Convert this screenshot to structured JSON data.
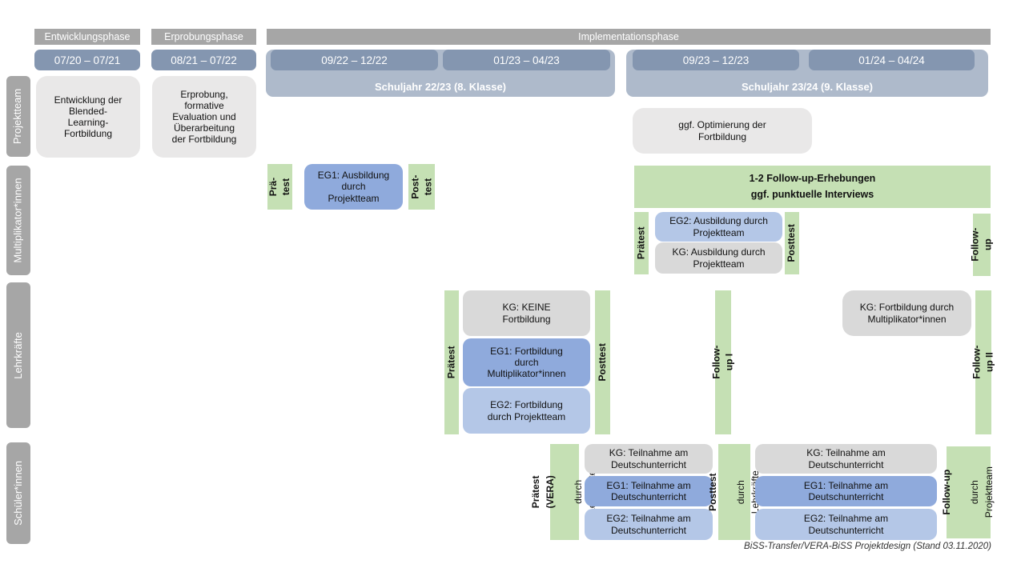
{
  "colors": {
    "phase_header": "#A6A6A6",
    "row_label": "#A6A6A6",
    "period_bar": "#8496B0",
    "school_year_bar": "#AEBACB",
    "project_box": "#E9E8E8",
    "kg_box": "#D9D9D9",
    "eg1_box": "#8FAADC",
    "eg2_box": "#B4C7E7",
    "test_box": "#C5E0B4"
  },
  "phases": {
    "entwicklung": "Entwicklungsphase",
    "erprobung": "Erprobungsphase",
    "implementation": "Implementationsphase"
  },
  "periods": {
    "p1": "07/20 – 07/21",
    "p2": "08/21 – 07/22",
    "p3": "09/22 – 12/22",
    "p4": "01/23 – 04/23",
    "p5": "09/23 – 12/23",
    "p6": "01/24 – 04/24"
  },
  "school_years": {
    "y2223": "Schuljahr 22/23 (8. Klasse)",
    "y2324": "Schuljahr 23/24 (9. Klasse)"
  },
  "row_labels": {
    "projektteam": "Projektteam",
    "multiplikatoren": "Multiplikator*innen",
    "lehrkraefte": "Lehrkräfte",
    "schueler": "Schüler*innen"
  },
  "projektteam": {
    "entwicklung": "Entwicklung der\nBlended-\nLearning-\nFortbildung",
    "erprobung": "Erprobung,\nformative\nEvaluation und\nÜberarbeitung\nder Fortbildung",
    "optimierung": "ggf. Optimierung der\nFortbildung"
  },
  "multiplikatoren": {
    "praetest1": "Prä-\ntest",
    "eg1": "EG1: Ausbildung\ndurch\nProjektteam",
    "posttest1": "Post-\ntest",
    "followup_erhebungen": "1-2 Follow-up-Erhebungen\nggf. punktuelle Interviews",
    "praetest2": "Prätest",
    "eg2": "EG2: Ausbildung durch\nProjektteam",
    "kg": "KG: Ausbildung durch\nProjektteam",
    "posttest2": "Posttest",
    "followup": "Follow-up"
  },
  "lehrkraefte": {
    "praetest": "Prätest",
    "kg": "KG: KEINE\nFortbildung",
    "eg1": "EG1: Fortbildung\ndurch\nMultiplikator*innen",
    "eg2": "EG2: Fortbildung\ndurch Projektteam",
    "posttest": "Posttest",
    "followup1": "Follow-up I",
    "kg2": "KG: Fortbildung durch\nMultiplikator*innen",
    "followup2": "Follow-up II"
  },
  "schueler": {
    "praetest_bold": "Prätest (VERA)",
    "praetest_sub": "durch  Lehrkräfte",
    "kg1": "KG: Teilnahme am\nDeutschunterricht",
    "eg1a": "EG1: Teilnahme am\nDeutschunterricht",
    "eg2a": "EG2: Teilnahme am\nDeutschunterricht",
    "posttest_bold": "Posttest",
    "posttest_sub": "durch  Lehrkräfte",
    "kg2": "KG: Teilnahme am\nDeutschunterricht",
    "eg1b": "EG1: Teilnahme am\nDeutschunterricht",
    "eg2b": "EG2: Teilnahme am\nDeutschunterricht",
    "followup_bold": "Follow-up",
    "followup_sub": "durch\nProjektteam"
  },
  "caption": "BiSS-Transfer/VERA-BiSS Projektdesign (Stand 03.11.2020)"
}
